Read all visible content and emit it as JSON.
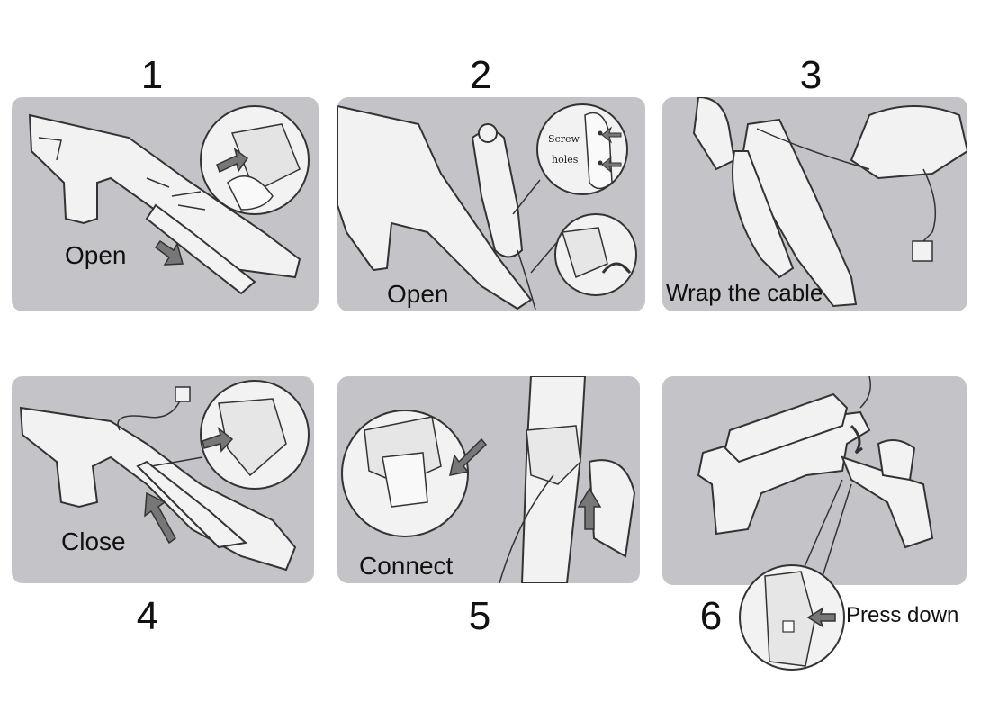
{
  "steps": [
    {
      "number": "1",
      "caption": "Open"
    },
    {
      "number": "2",
      "caption": "Open",
      "callout_line1": "Screw",
      "callout_line2": "holes"
    },
    {
      "number": "3",
      "caption": "Wrap the cable"
    },
    {
      "number": "4",
      "caption": "Close"
    },
    {
      "number": "5",
      "caption": "Connect"
    },
    {
      "number": "6",
      "caption": "Press down"
    }
  ],
  "colors": {
    "panel_bg": "#c4c4c8",
    "device_fill": "#f2f2f2",
    "outline": "#333333",
    "arrow_fill": "#777777"
  },
  "icons": [
    "arrow-icon",
    "magnifier-callout-icon",
    "cable-icon",
    "hand-icon",
    "rotate-arrow-icon"
  ]
}
